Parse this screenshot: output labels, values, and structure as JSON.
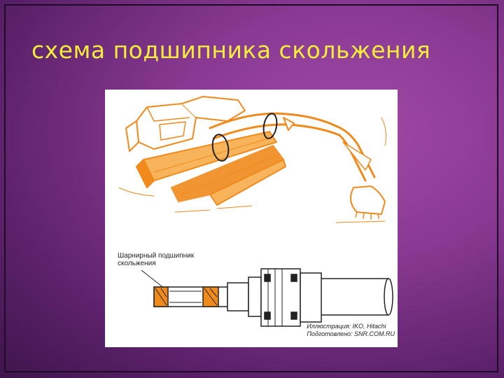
{
  "slide": {
    "title": "схема подшипника скольжения"
  },
  "figure": {
    "callout_line1": "Шарнирный подшипник",
    "callout_line2": "скольжения",
    "credit_line1": "Иллюстрация: IKO, Hitachi",
    "credit_line2": "Подготовлено: SNR.COM.RU"
  },
  "colors": {
    "background": "#8a3a93",
    "title": "#f4ee3a",
    "drawing_accent": "#f08a1c"
  }
}
